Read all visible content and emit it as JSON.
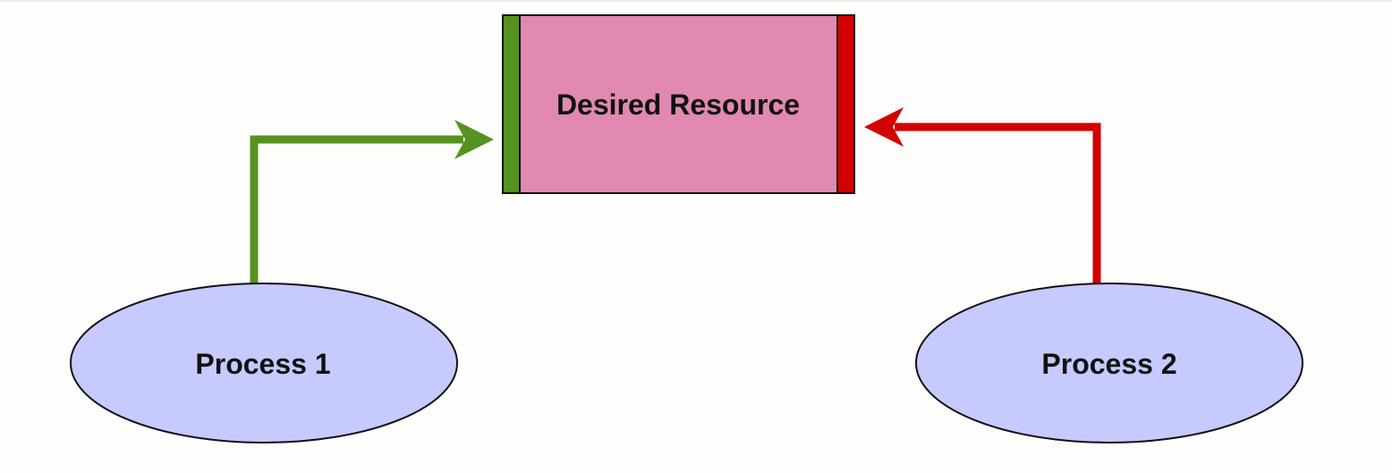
{
  "resource": {
    "label": "Desired Resource",
    "fill_color": "#e189b0",
    "left_lock_color": "#55921f",
    "right_lock_color": "#d40000"
  },
  "processes": [
    {
      "label": "Process 1",
      "fill_color": "#c6caff",
      "arrow_color": "#55921f"
    },
    {
      "label": "Process 2",
      "fill_color": "#c6caff",
      "arrow_color": "#d40000"
    }
  ]
}
